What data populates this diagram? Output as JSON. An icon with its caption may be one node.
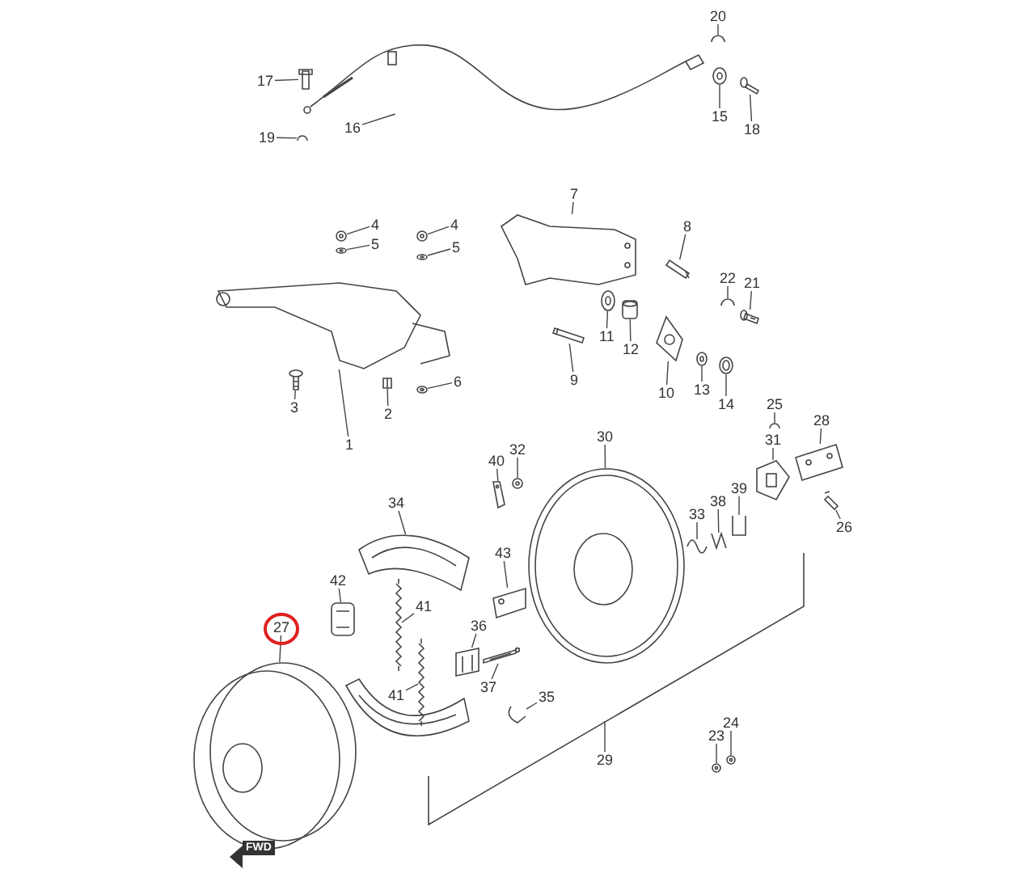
{
  "diagram": {
    "nodes": [
      {
        "text": [
          "20"
        ]
      },
      {
        "text": [
          "17"
        ]
      },
      {
        "text": [
          "16"
        ]
      },
      {
        "text": [
          "15"
        ]
      },
      {
        "text": [
          "19"
        ]
      },
      {
        "text": [
          "18"
        ]
      },
      {
        "text": [
          "7"
        ]
      },
      {
        "text": [
          "4"
        ]
      },
      {
        "text": [
          "4"
        ]
      },
      {
        "text": [
          "8"
        ]
      },
      {
        "text": [
          "5"
        ]
      },
      {
        "text": [
          "5"
        ]
      },
      {
        "text": [
          "22"
        ]
      },
      {
        "text": [
          "21"
        ]
      },
      {
        "text": [
          "11"
        ]
      },
      {
        "text": [
          "12"
        ]
      },
      {
        "text": [
          "3"
        ]
      },
      {
        "text": [
          "9"
        ]
      },
      {
        "text": [
          "6"
        ]
      },
      {
        "text": [
          "10"
        ]
      },
      {
        "text": [
          "13"
        ]
      },
      {
        "text": [
          "2"
        ]
      },
      {
        "text": [
          "14"
        ]
      },
      {
        "text": [
          "1"
        ]
      },
      {
        "text": [
          "28"
        ]
      },
      {
        "text": [
          "25"
        ]
      },
      {
        "text": [
          "32"
        ]
      },
      {
        "text": [
          "30"
        ]
      },
      {
        "text": [
          "40"
        ]
      },
      {
        "text": [
          "31"
        ]
      },
      {
        "text": [
          "38"
        ]
      },
      {
        "text": [
          "39"
        ]
      },
      {
        "text": [
          "33"
        ]
      },
      {
        "text": [
          "26"
        ]
      },
      {
        "text": [
          "34"
        ]
      },
      {
        "text": [
          "43"
        ]
      },
      {
        "text": [
          "42"
        ]
      },
      {
        "text": [
          "41"
        ]
      },
      {
        "text": [
          "36"
        ]
      },
      {
        "text": [
          "27"
        ]
      },
      {
        "text": [
          "37"
        ]
      },
      {
        "text": [
          "35"
        ]
      },
      {
        "text": [
          "41"
        ]
      },
      {
        "text": [
          "29"
        ]
      },
      {
        "text": [
          "24"
        ]
      },
      {
        "text": [
          "23"
        ]
      },
      {
        "text": [],
        "shape": "picture"
      },
      {
        "text": [],
        "shape": "picture"
      },
      {
        "text": [],
        "shape": "picture"
      },
      {
        "text": [],
        "shape": "picture"
      },
      {
        "text": [],
        "shape": "picture"
      },
      {
        "text": [],
        "shape": "picture"
      },
      {
        "text": [],
        "shape": "picture"
      },
      {
        "text": [],
        "shape": "picture"
      },
      {
        "text": [],
        "shape": "picture"
      },
      {
        "text": [],
        "shape": "picture"
      },
      {
        "text": [],
        "shape": "picture"
      },
      {
        "text": [],
        "shape": "picture"
      },
      {
        "text": [],
        "shape": "picture"
      },
      {
        "text": [],
        "shape": "picture"
      },
      {
        "text": [],
        "shape": "picture"
      },
      {
        "text": [],
        "shape": "picture"
      },
      {
        "text": [],
        "shape": "picture"
      },
      {
        "text": [],
        "shape": "picture"
      },
      {
        "text": [],
        "shape": "picture"
      },
      {
        "text": [],
        "shape": "picture"
      },
      {
        "text": [],
        "shape": "picture"
      },
      {
        "text": [],
        "shape": "picture"
      },
      {
        "text": [],
        "shape": "picture"
      },
      {
        "text": [],
        "shape": "picture"
      },
      {
        "text": [],
        "shape": "picture"
      },
      {
        "text": [],
        "shape": "picture"
      },
      {
        "text": [],
        "shape": "picture"
      },
      {
        "text": [],
        "shape": "picture"
      },
      {
        "text": [],
        "shape": "picture"
      },
      {
        "text": [],
        "shape": "picture"
      },
      {
        "text": [],
        "shape": "picture"
      },
      {
        "text": [],
        "shape": "picture"
      },
      {
        "text": [],
        "shape": "picture"
      },
      {
        "text": [],
        "shape": "picture"
      },
      {
        "text": [],
        "shape": "picture"
      },
      {
        "text": [],
        "shape": "picture"
      },
      {
        "text": [],
        "shape": "picture"
      },
      {
        "text": [],
        "shape": "picture"
      },
      {
        "text": [],
        "shape": "picture"
      },
      {
        "text": [],
        "shape": "picture"
      },
      {
        "text": [],
        "shape": "picture"
      },
      {
        "text": [],
        "shape": "picture"
      },
      {
        "text": [],
        "shape": "picture"
      },
      {
        "text": [],
        "shape": "picture"
      },
      {
        "text": [],
        "shape": "picture"
      }
    ],
    "edges": [
      {
        "from": 0,
        "to": 46,
        "arrow": "none"
      },
      {
        "from": 1,
        "to": 47,
        "arrow": "none"
      },
      {
        "from": 2,
        "to": 48,
        "arrow": "none"
      },
      {
        "from": 3,
        "to": 49,
        "arrow": "none"
      },
      {
        "from": 4,
        "to": 50,
        "arrow": "none"
      },
      {
        "from": 5,
        "to": 51,
        "arrow": "none"
      },
      {
        "from": 6,
        "to": 52,
        "arrow": "none"
      },
      {
        "from": 7,
        "to": 53,
        "arrow": "none"
      },
      {
        "from": 8,
        "to": 54,
        "arrow": "none"
      },
      {
        "from": 9,
        "to": 55,
        "arrow": "none"
      },
      {
        "from": 10,
        "to": 56,
        "arrow": "none"
      },
      {
        "from": 11,
        "to": 57,
        "arrow": "none"
      },
      {
        "from": 12,
        "to": 58,
        "arrow": "none"
      },
      {
        "from": 13,
        "to": 59,
        "arrow": "none"
      },
      {
        "from": 14,
        "to": 60,
        "arrow": "none"
      },
      {
        "from": 15,
        "to": 61,
        "arrow": "none"
      },
      {
        "from": 16,
        "to": 62,
        "arrow": "none"
      },
      {
        "from": 17,
        "to": 63,
        "arrow": "none"
      },
      {
        "from": 18,
        "to": 64,
        "arrow": "none"
      },
      {
        "from": 19,
        "to": 65,
        "arrow": "none"
      },
      {
        "from": 20,
        "to": 66,
        "arrow": "none"
      },
      {
        "from": 21,
        "to": 67,
        "arrow": "none"
      },
      {
        "from": 22,
        "to": 68,
        "arrow": "none"
      },
      {
        "from": 23,
        "to": 89,
        "arrow": "none"
      },
      {
        "from": 24,
        "to": 69,
        "arrow": "none"
      },
      {
        "from": 25,
        "to": 70,
        "arrow": "none"
      },
      {
        "from": 26,
        "to": 71,
        "arrow": "none"
      },
      {
        "from": 27,
        "to": 72,
        "arrow": "none"
      },
      {
        "from": 28,
        "to": 73,
        "arrow": "none"
      },
      {
        "from": 29,
        "to": 74,
        "arrow": "none"
      },
      {
        "from": 30,
        "to": 75,
        "arrow": "none"
      },
      {
        "from": 31,
        "to": 76,
        "arrow": "none"
      },
      {
        "from": 32,
        "to": 77,
        "arrow": "none"
      },
      {
        "from": 33,
        "to": 78,
        "arrow": "none"
      },
      {
        "from": 34,
        "to": 79,
        "arrow": "none"
      },
      {
        "from": 35,
        "to": 80,
        "arrow": "none"
      },
      {
        "from": 36,
        "to": 81,
        "arrow": "none"
      },
      {
        "from": 37,
        "to": 82,
        "arrow": "none"
      },
      {
        "from": 38,
        "to": 90,
        "arrow": "none"
      },
      {
        "from": 39,
        "to": 83,
        "arrow": "none"
      },
      {
        "from": 40,
        "to": 84,
        "arrow": "none"
      },
      {
        "from": 41,
        "to": 85,
        "arrow": "none"
      },
      {
        "from": 42,
        "to": 86,
        "arrow": "none"
      },
      {
        "from": 43,
        "to": null,
        "arrow": "none"
      },
      {
        "from": 44,
        "to": 87,
        "arrow": "none"
      },
      {
        "from": 45,
        "to": 88,
        "arrow": "none"
      }
    ],
    "labels": [
      "FWD"
    ]
  }
}
